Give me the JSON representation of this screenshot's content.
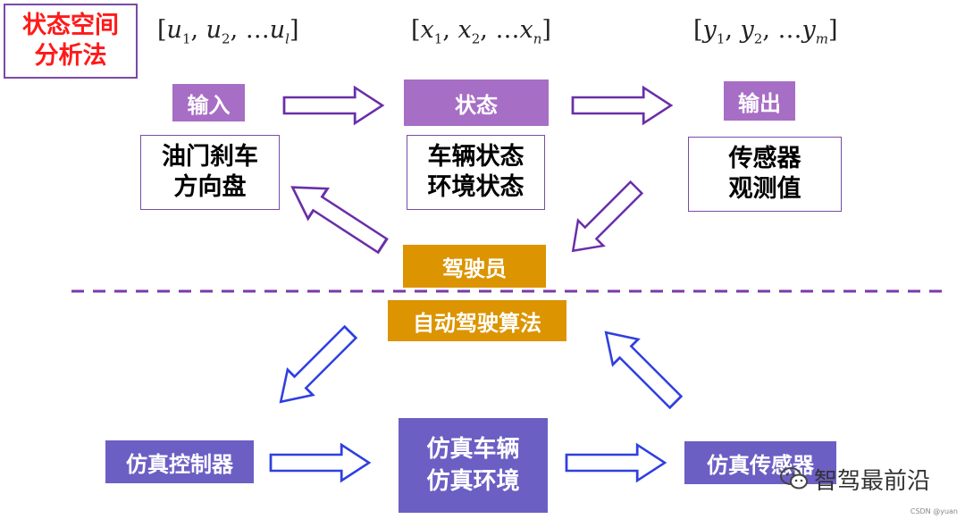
{
  "title": {
    "line1": "状态空间",
    "line2": "分析法"
  },
  "vectors": {
    "u": {
      "open": "[",
      "v1": "u",
      "s1": "1",
      "v2": "u",
      "s2": "2",
      "ell": "…",
      "v3": "u",
      "s3": "l",
      "close": "]"
    },
    "x": {
      "open": "[",
      "v1": "x",
      "s1": "1",
      "v2": "x",
      "s2": "2",
      "ell": "…",
      "v3": "x",
      "s3": "n",
      "close": "]"
    },
    "y": {
      "open": "[",
      "v1": "y",
      "s1": "1",
      "v2": "y",
      "s2": "2",
      "ell": "…",
      "v3": "y",
      "s3": "m",
      "close": "]"
    }
  },
  "top_row": {
    "input_label": "输入",
    "state_label": "状态",
    "output_label": "输出",
    "input_desc": {
      "line1": "油门刹车",
      "line2": "方向盘"
    },
    "state_desc": {
      "line1": "车辆状态",
      "line2": "环境状态"
    },
    "output_desc": {
      "line1": "传感器",
      "line2": "观测值"
    }
  },
  "driver": "驾驶员",
  "algorithm": "自动驾驶算法",
  "bottom_row": {
    "controller": "仿真控制器",
    "vehicle_env": {
      "line1": "仿真车辆",
      "line2": "仿真环境"
    },
    "sensor": "仿真传感器"
  },
  "watermark": "智驾最前沿",
  "csdn": "CSDN @yuan",
  "colors": {
    "purple_chip": "#a76ec5",
    "orange_chip": "#dc9400",
    "indigo_chip": "#6b5fc4",
    "purple_arrow": "#6a2fa8",
    "blue_arrow": "#2f3fe0",
    "title_red": "#ff1a1a"
  }
}
